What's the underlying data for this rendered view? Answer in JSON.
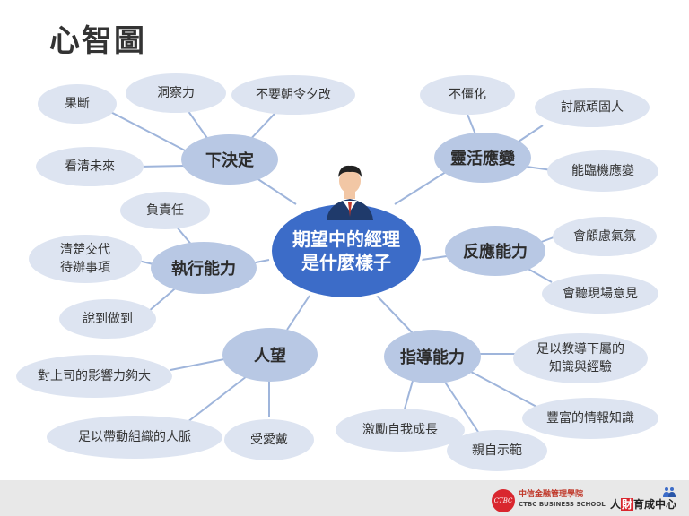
{
  "title": "心智圖",
  "center": {
    "line1": "期望中的經理",
    "line2": "是什麼樣子"
  },
  "branches": {
    "decide": {
      "label": "下決定",
      "leaves": [
        "果斷",
        "洞察力",
        "不要朝令夕改",
        "看清未來"
      ]
    },
    "execute": {
      "label": "執行能力",
      "leaves": [
        "負責任",
        "清楚交代",
        "待辦事項",
        "說到做到"
      ]
    },
    "reputation": {
      "label": "人望",
      "leaves": [
        "對上司的影響力夠大",
        "足以帶動組織的人脈",
        "受愛戴"
      ]
    },
    "guide": {
      "label": "指導能力",
      "leaves": [
        "足以教導下屬的",
        "知識與經驗",
        "豐富的情報知識",
        "激勵自我成長",
        "親自示範"
      ]
    },
    "react": {
      "label": "反應能力",
      "leaves": [
        "會顧慮氣氛",
        "會聽現場意見"
      ]
    },
    "flex": {
      "label": "靈活應變",
      "leaves": [
        "不僵化",
        "討厭頑固人",
        "能臨機應變"
      ]
    }
  },
  "footer": {
    "school_cn": "中信金融管理學院",
    "school_en": "CTBC BUSINESS SCHOOL",
    "logo_text": "CTBC",
    "talent_1": "人",
    "talent_2": "財",
    "talent_3": "育成中心"
  },
  "colors": {
    "center_fill": "#3c6cc8",
    "branch_fill": "#b8c8e4",
    "leaf_fill": "#dde4f1",
    "connector": "#9fb5db",
    "brand_red": "#d9262e"
  },
  "icons": [
    "manager-avatar-icon",
    "ctbc-logo-icon",
    "people-icon"
  ]
}
